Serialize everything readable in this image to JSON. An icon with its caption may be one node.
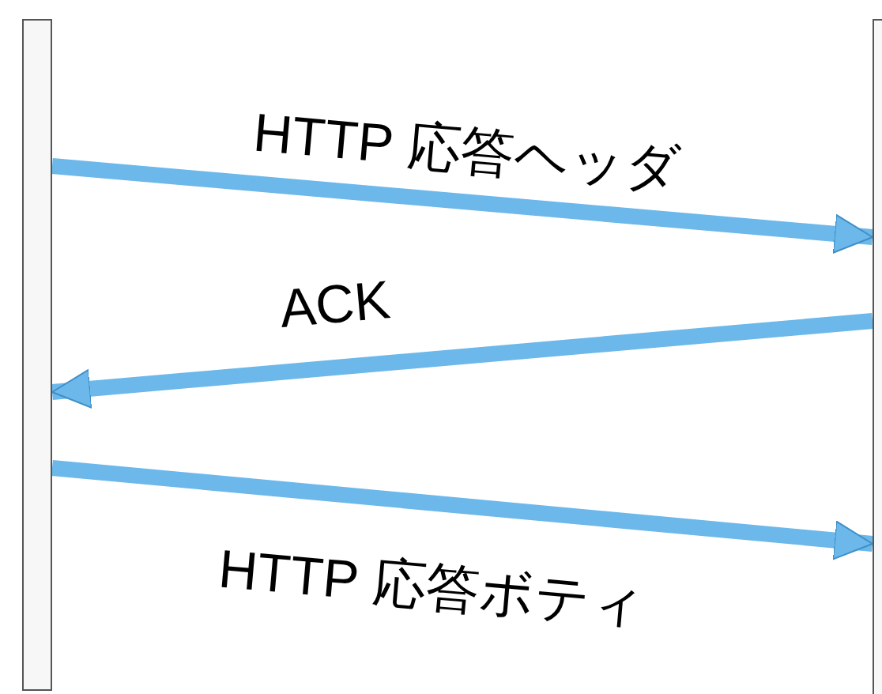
{
  "diagram": {
    "nodes": [
      {
        "text": [],
        "shape": "bar"
      },
      {
        "text": [],
        "shape": "bar"
      }
    ],
    "edges": [
      {
        "from": 0,
        "to": 1,
        "arrow": "to",
        "label": "HTTP 応答ヘッダ"
      },
      {
        "from": 1,
        "to": 0,
        "arrow": "to",
        "label": "ACK"
      },
      {
        "from": 0,
        "to": 1,
        "arrow": "to",
        "label": "HTTP 応答ボティ"
      }
    ]
  }
}
